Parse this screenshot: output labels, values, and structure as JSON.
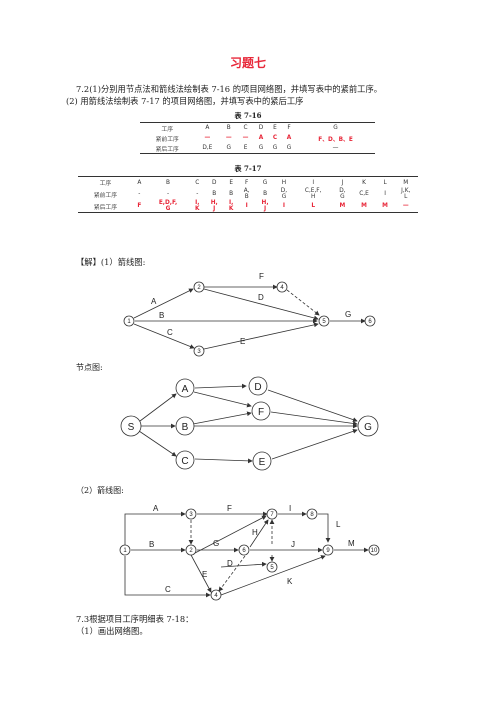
{
  "doc": {
    "title": "习题七",
    "q72_line1": "7.2(1)分别用节点法和箭线法绘制表 7-16 的项目网络图，并填写表中的紧前工序。",
    "q72_line2": "(2) 用箭线法绘制表 7-17 的项目网络图，并填写表中的紧后工序",
    "table16": {
      "caption": "表 7-16",
      "row_labels": [
        "工序",
        "紧前工序",
        "紧后工序"
      ],
      "columns": [
        "A",
        "B",
        "C",
        "D",
        "E",
        "F",
        "G"
      ],
      "pred": [
        "—",
        "—",
        "—",
        "A",
        "C",
        "A",
        "F、D、B、E"
      ],
      "succ": [
        "D,E",
        "G",
        "E",
        "G",
        "G",
        "G",
        "—"
      ]
    },
    "table17": {
      "caption": "表 7-17",
      "row_labels": [
        "工序",
        "紧前工序",
        "紧后工序"
      ],
      "columns": [
        "A",
        "B",
        "C",
        "D",
        "E",
        "F",
        "G",
        "H",
        "I",
        "J",
        "K",
        "L",
        "M"
      ],
      "pred": [
        "-",
        "-",
        "-",
        "B",
        "B",
        "A,\nB",
        "B",
        "D,\nG",
        "C,E,F,\nH",
        "D,\nG",
        "C,E",
        "I",
        "J,K,\nL"
      ],
      "succ": [
        "F",
        "E,D,F,\nG",
        "I,\nK",
        "H,\nJ",
        "I,\nK",
        "I",
        "H,\nJ",
        "I",
        "L",
        "M",
        "M",
        "M",
        "—"
      ]
    },
    "solution_intro": "【解】(1）箭线图:",
    "node_label": "节点图:",
    "part2_label": "（2）箭线图:",
    "q73_line": "7.3根据项目工序明细表 7-18：",
    "q73_sub": "（1）画出网络图。"
  },
  "diagram1": {
    "nodes": [
      "1",
      "2",
      "3",
      "4",
      "5",
      "6"
    ],
    "edges": [
      "A",
      "B",
      "C",
      "D",
      "E",
      "F",
      "G"
    ]
  },
  "diagram2": {
    "nodes": [
      "S",
      "A",
      "B",
      "C",
      "D",
      "F",
      "E",
      "G"
    ]
  },
  "diagram3": {
    "nodes": [
      "1",
      "2",
      "3",
      "4",
      "5",
      "6",
      "7",
      "8",
      "9",
      "10"
    ],
    "edges": [
      "A",
      "F",
      "I",
      "L",
      "B",
      "G",
      "H",
      "D",
      "J",
      "M",
      "E",
      "C",
      "K"
    ]
  }
}
